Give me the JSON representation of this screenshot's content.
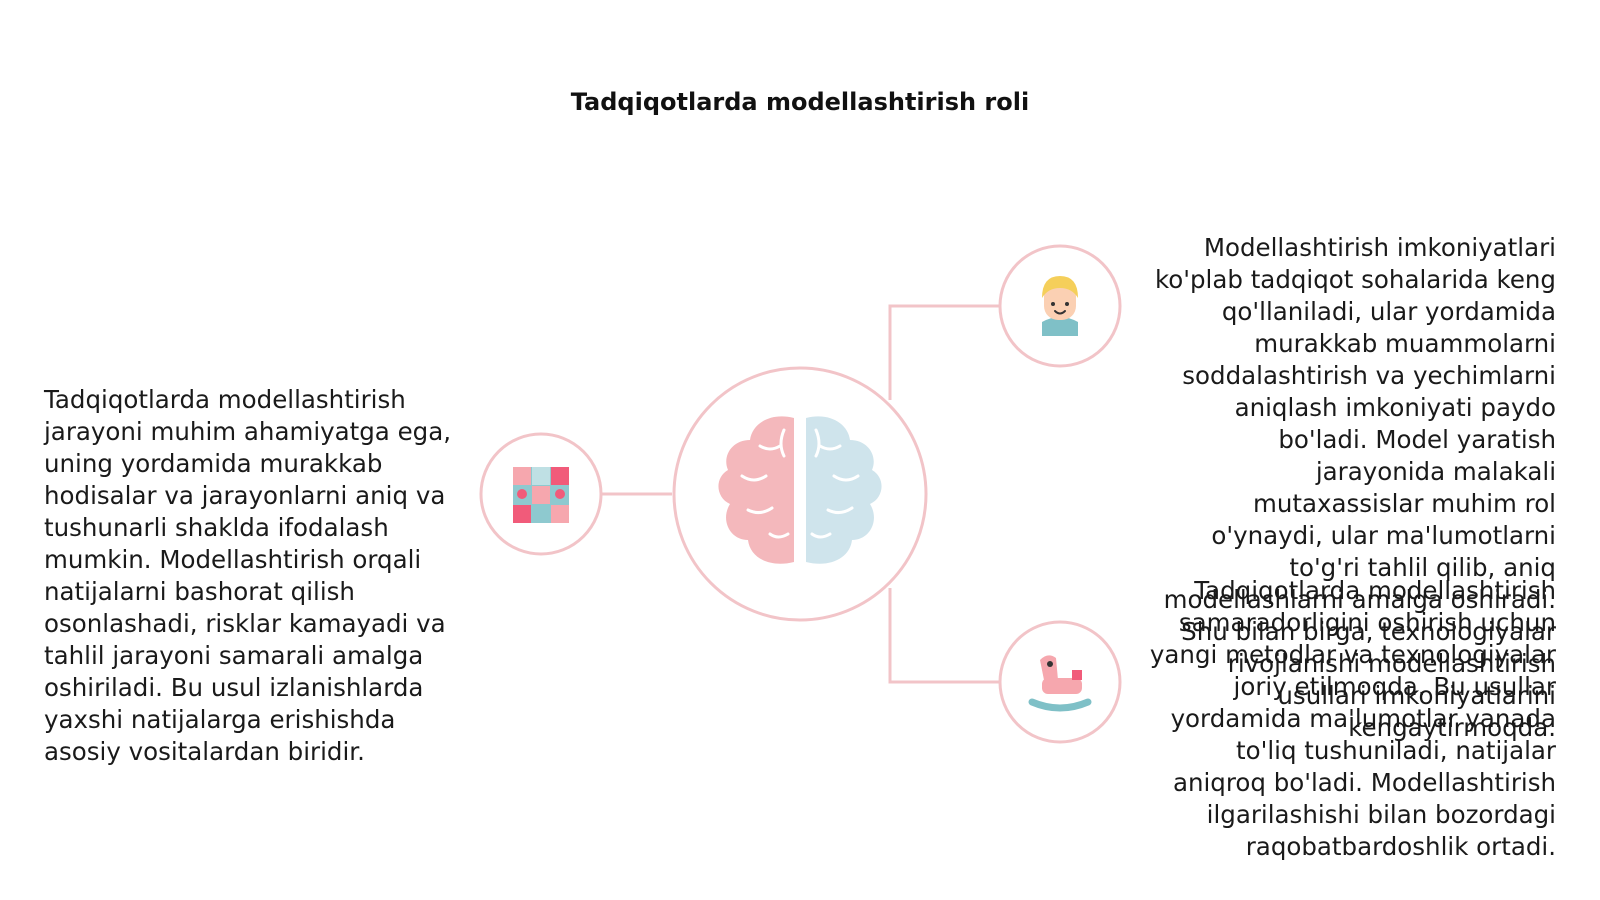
{
  "title": "Tadqiqotlarda modellashtirish roli",
  "left_text": "Tadqiqotlarda modellashtirish jarayoni muhim ahamiyatga ega, uning yordamida murakkab hodisalar va jarayonlarni aniq va tushunarli shaklda ifodalash mumkin. Modellashtirish orqali natijalarni bashorat qilish osonlashadi, risklar kamayadi va tahlil jarayoni samarali amalga oshiriladi. Bu usul izlanishlarda yaxshi natijalarga erishishda asosiy vositalardan biridir.",
  "right_top_text": "Modellashtirish imkoniyatlari ko'plab tadqiqot sohalarida keng qo'llaniladi, ular yordamida murakkab muammolarni soddalashtirish va yechimlarni aniqlash imkoniyati paydo bo'ladi. Model yaratish jarayonida malakali mutaxassislar muhim rol o'ynaydi, ular ma'lumotlarni to'g'ri tahlil qilib, aniq modellashlarni amalga oshiradi. Shu bilan birga, texnologiyalar rivojlanishi modellashtirish usullari imkoniyatlarini kengaytirmoqda.",
  "right_bottom_text": "Tadqiqotlarda modellashtirish samaradorligini oshirish uchun yangi metodlar va texnologiyalar joriy etilmoqda. Bu usullar yordamida ma'lumotlar yanada to'liq tushuniladi, natijalar aniqroq bo'ladi. Modellashtirish ilgarilashishi bilan bozordagi raqobatbardoshlik ortadi.",
  "colors": {
    "ring": "#f2c4c8",
    "connector": "#f2c4c8",
    "brain_left": "#f4b8bc",
    "brain_right": "#cfe4ec"
  },
  "icons": {
    "center": "brain-icon",
    "left": "puzzle-blocks-icon",
    "top_right": "person-icon",
    "bottom_right": "rocking-horse-icon"
  }
}
